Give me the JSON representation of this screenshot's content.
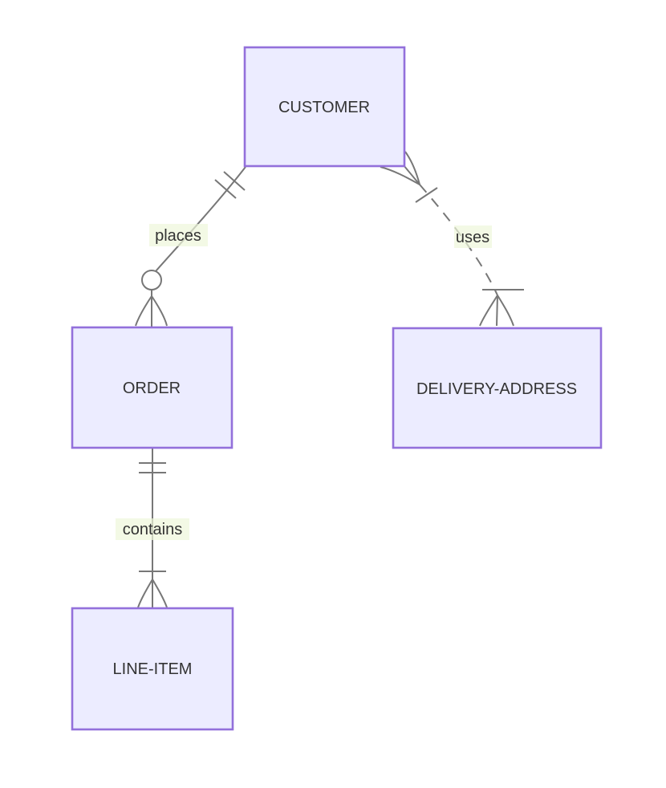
{
  "diagram": {
    "kind": "entity-relationship-diagram",
    "colors": {
      "entity_fill": "#ECECFF",
      "entity_border": "#9370DB",
      "edge_stroke": "#777777",
      "label_background": "#eef7da",
      "text": "#333333"
    },
    "entities": [
      {
        "name": "CUSTOMER"
      },
      {
        "name": "ORDER"
      },
      {
        "name": "DELIVERY-ADDRESS"
      },
      {
        "name": "LINE-ITEM"
      }
    ],
    "relationships": [
      {
        "label": "places",
        "from": "CUSTOMER",
        "to": "ORDER",
        "from_cardinality": "exactly-one",
        "to_cardinality": "zero-or-many",
        "line_style": "solid",
        "notation": "CUSTOMER ||--o{ ORDER"
      },
      {
        "label": "uses",
        "from": "CUSTOMER",
        "to": "DELIVERY-ADDRESS",
        "from_cardinality": "one-or-many",
        "to_cardinality": "one-or-many",
        "line_style": "dashed",
        "notation": "CUSTOMER }|..|{ DELIVERY-ADDRESS"
      },
      {
        "label": "contains",
        "from": "ORDER",
        "to": "LINE-ITEM",
        "from_cardinality": "exactly-one",
        "to_cardinality": "one-or-many",
        "line_style": "solid",
        "notation": "ORDER ||--|{ LINE-ITEM"
      }
    ]
  }
}
